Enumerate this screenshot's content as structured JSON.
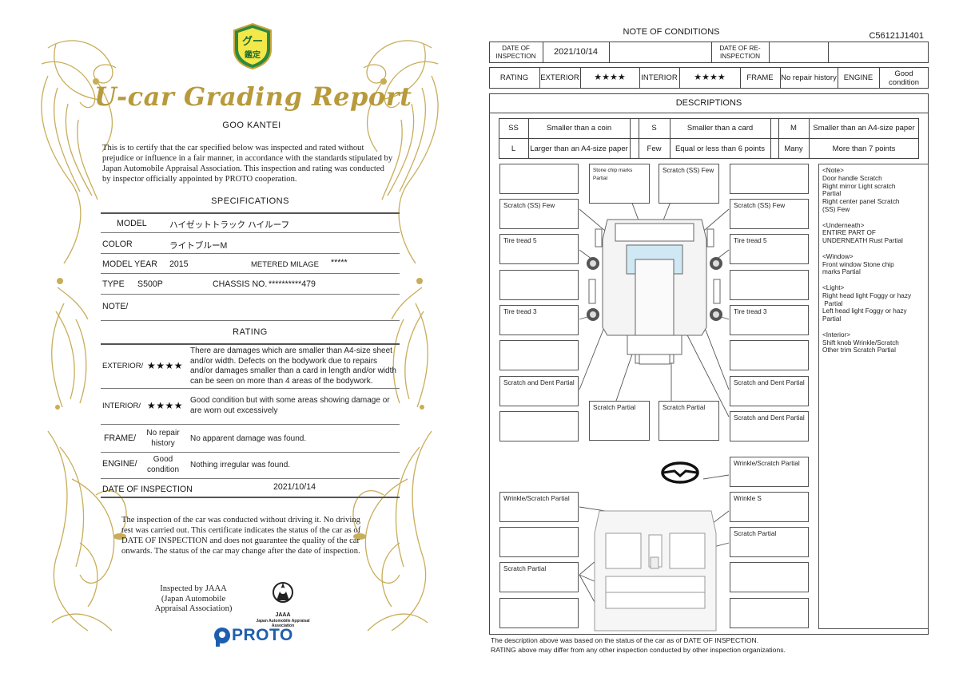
{
  "left": {
    "badge_text": "グー鑑定",
    "title": "U-car Grading Report",
    "subtitle": "GOO KANTEI",
    "certify_text": "This is to certify that the car specified below was inspected and rated without prejudice or influence in a fair manner, in accordance with the standards stipulated by Japan Automobile Appraisal Association. This inspection and rating was conducted by inspector officially appointed by PROTO cooperation.",
    "specifications": {
      "heading": "SPECIFICATIONS",
      "model_label": "MODEL",
      "model_value": "ハイゼットトラック ハイルーフ",
      "color_label": "COLOR",
      "color_value": "ライトブルーM",
      "model_year_label": "MODEL YEAR",
      "model_year_value": "2015",
      "milage_label": "METERED MILAGE",
      "milage_value": "*****",
      "type_label": "TYPE",
      "type_value": "S500P",
      "chassis_label": "CHASSIS NO.",
      "chassis_value": "**********479",
      "note_label": "NOTE/"
    },
    "rating": {
      "heading": "RATING",
      "exterior_label": "EXTERIOR/",
      "exterior_stars": "★★★★",
      "exterior_text": "There are damages which are smaller than A4-size sheet and/or width. Defects on the bodywork due to repairs and/or damages smaller than a card in length and/or width can be seen on more than 4 areas of the bodywork.",
      "interior_label": "INTERIOR/",
      "interior_stars": "★★★★",
      "interior_text": "Good condition but with some areas showing damage or are worn out excessively",
      "frame_label": "FRAME/",
      "frame_value": "No repair history",
      "frame_text": "No apparent damage was found.",
      "engine_label": "ENGINE/",
      "engine_value": "Good condition",
      "engine_text": "Nothing irregular was found.",
      "date_label": "DATE OF INSPECTION",
      "date_value": "2021/10/14"
    },
    "footer_text": "The inspection of the car was conducted without driving it. No driving test was carried out. This certificate indicates the status of the car as of DATE OF INSPECTION and does not guarantee the quality of the car onwards. The status of the car may change after the date of inspection.",
    "inspected_by": "Inspected by JAAA (Japan Automobile Appraisal Association)",
    "jaaa_label": "JAAA",
    "jaaa_sub": "Japan Automobile Appraisal Association",
    "proto_label": "PROTO"
  },
  "right": {
    "title": "NOTE OF CONDITIONS",
    "code": "C56121J1401",
    "date_row": {
      "date_label": "DATE OF INSPECTION",
      "date_value": "2021/10/14",
      "reinspection_label": "DATE OF RE-INSPECTION",
      "reinspection_value": ""
    },
    "rating_row": {
      "rating_label": "RATING",
      "exterior_label": "EXTERIOR",
      "exterior_stars": "★★★★",
      "interior_label": "INTERIOR",
      "interior_stars": "★★★★",
      "frame_label": "FRAME",
      "frame_value": "No repair history",
      "engine_label": "ENGINE",
      "engine_value": "Good condition"
    },
    "descriptions": {
      "heading": "DESCRIPTIONS",
      "legend": [
        {
          "code": "SS",
          "text": "Smaller than a coin"
        },
        {
          "code": "S",
          "text": "Smaller than a card"
        },
        {
          "code": "M",
          "text": "Smaller than an A4-size paper"
        },
        {
          "code": "L",
          "text": "Larger than an A4-size paper"
        },
        {
          "code": "Few",
          "text": "Equal or less than 6 points"
        },
        {
          "code": "Many",
          "text": "More than 7 points"
        }
      ]
    },
    "diagram_boxes": {
      "top_center_left": "Stone chip marks  Partial",
      "top_center_right": "Scratch (SS)  Few",
      "left_1": "Scratch (SS)  Few",
      "right_1": "Scratch (SS)  Few",
      "left_2": "Tire tread  5",
      "right_2": "Tire tread  5",
      "left_4": "Tire tread  3",
      "right_4": "Tire tread  3",
      "left_6": "Scratch and Dent  Partial",
      "right_6": "Scratch and Dent  Partial",
      "bottom_center_left": "Scratch  Partial",
      "bottom_center_right": "Scratch  Partial",
      "right_7": "Scratch and Dent  Partial",
      "interior_right_1": "Wrinkle/Scratch  Partial",
      "interior_left_1": "Wrinkle/Scratch  Partial",
      "interior_right_2": "Wrinkle  S",
      "interior_right_3": "Scratch   Partial",
      "interior_left_3": "Scratch  Partial"
    },
    "notes": [
      [
        "<Note>",
        "Door handle   Scratch",
        "Right mirror   Light scratch",
        "Partial",
        "Right center panel   Scratch",
        "(SS)   Few"
      ],
      [
        "<Underneath>",
        "ENTIRE PART OF",
        "UNDERNEATH   Rust   Partial"
      ],
      [
        "<Window>",
        "Front window   Stone chip",
        "marks   Partial"
      ],
      [
        "<Light>",
        "Right head light   Foggy or hazy",
        " Partial",
        "Left head light   Foggy or hazy",
        "Partial"
      ],
      [
        "<Interior>",
        "Shift knob   Wrinkle/Scratch",
        "Other trim   Scratch   Partial"
      ]
    ],
    "bottom_line_1": "The description above was based on the status of the car as of  DATE OF INSPECTION.",
    "bottom_line_2": "RATING above may differ from any other inspection conducted by other inspection organizations."
  }
}
